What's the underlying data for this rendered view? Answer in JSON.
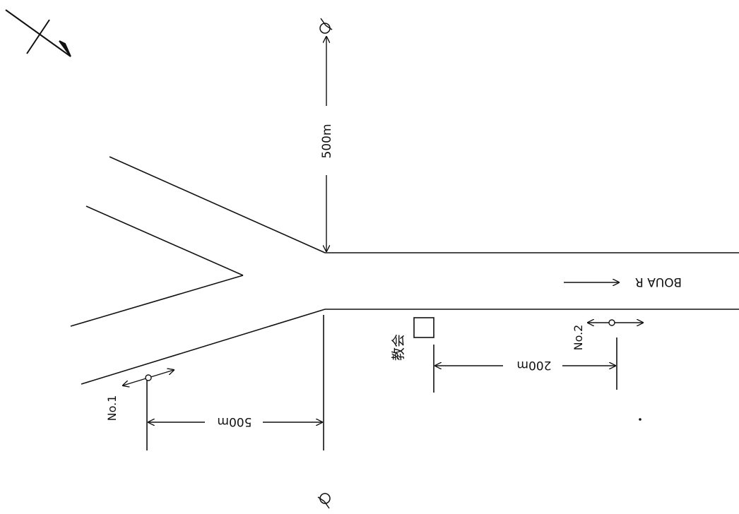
{
  "labels": {
    "top_distance": "500m",
    "bottom_left_distance": "500m",
    "bottom_mid_distance": "200m",
    "road_name": "BOUA R",
    "church": "教会",
    "site_1": "No.1",
    "site_2": "No.2"
  },
  "colors": {
    "ink": "#111111",
    "background": "#ffffff"
  },
  "icons": {
    "north": "north-arrow-icon",
    "well": "well-symbol-icon"
  }
}
